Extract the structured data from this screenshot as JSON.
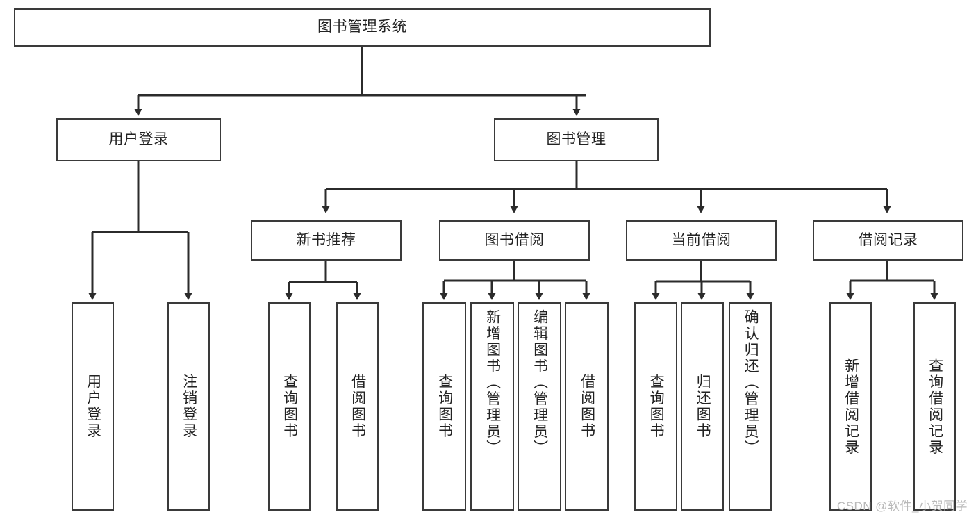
{
  "diagram": {
    "title": "图书管理系统",
    "type": "tree-hierarchy",
    "watermark": "CSDN @软件_小贺同学",
    "colors": {
      "box_border": "#3a3a3a",
      "box_fill": "#ffffff",
      "edge": "#2b2b2b",
      "text": "#222222",
      "watermark": "#b9b9b9"
    }
  },
  "nodes": {
    "root": {
      "label": "图书管理系统"
    },
    "level2": [
      {
        "id": "user-login",
        "label": "用户登录"
      },
      {
        "id": "book-manage",
        "label": "图书管理"
      }
    ],
    "level3": [
      {
        "id": "new-book-rec",
        "label": "新书推荐"
      },
      {
        "id": "book-borrow",
        "label": "图书借阅"
      },
      {
        "id": "current-borrow",
        "label": "当前借阅"
      },
      {
        "id": "borrow-record",
        "label": "借阅记录"
      }
    ],
    "leaves": {
      "user_login": [
        {
          "id": "leaf-user-login",
          "label": "用户登录"
        },
        {
          "id": "leaf-user-logout",
          "label": "注销登录"
        }
      ],
      "new_book_rec": [
        {
          "id": "leaf-query-book-1",
          "label": "查询图书"
        },
        {
          "id": "leaf-borrow-book-1",
          "label": "借阅图书"
        }
      ],
      "book_borrow": [
        {
          "id": "leaf-query-book-2",
          "label": "查询图书"
        },
        {
          "id": "leaf-add-book",
          "label": "新增图书（管理员）"
        },
        {
          "id": "leaf-edit-book",
          "label": "编辑图书（管理员）"
        },
        {
          "id": "leaf-borrow-book-2",
          "label": "借阅图书"
        }
      ],
      "current_borrow": [
        {
          "id": "leaf-query-book-3",
          "label": "查询图书"
        },
        {
          "id": "leaf-return-book",
          "label": "归还图书"
        },
        {
          "id": "leaf-confirm-return",
          "label": "确认归还（管理员）"
        }
      ],
      "borrow_record": [
        {
          "id": "leaf-add-record",
          "label": "新增借阅记录"
        },
        {
          "id": "leaf-query-record",
          "label": "查询借阅记录"
        }
      ]
    }
  }
}
